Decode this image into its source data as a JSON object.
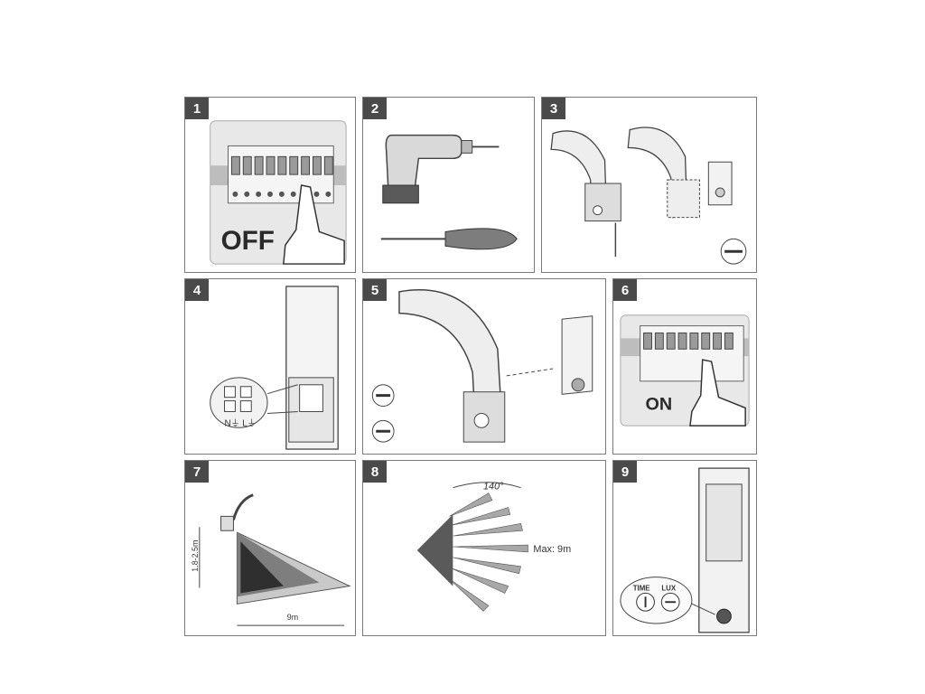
{
  "steps": [
    {
      "number": "1",
      "label": "OFF"
    },
    {
      "number": "2"
    },
    {
      "number": "3"
    },
    {
      "number": "4",
      "terminal_labels": "N⏚ L⏚"
    },
    {
      "number": "5"
    },
    {
      "number": "6",
      "label": "ON"
    },
    {
      "number": "7",
      "height_label": "1.8-2.5m",
      "distance_label": "9m"
    },
    {
      "number": "8",
      "angle_label": "140°",
      "range_label": "Max: 9m"
    },
    {
      "number": "9",
      "time_label": "TIME",
      "lux_label": "LUX"
    }
  ]
}
